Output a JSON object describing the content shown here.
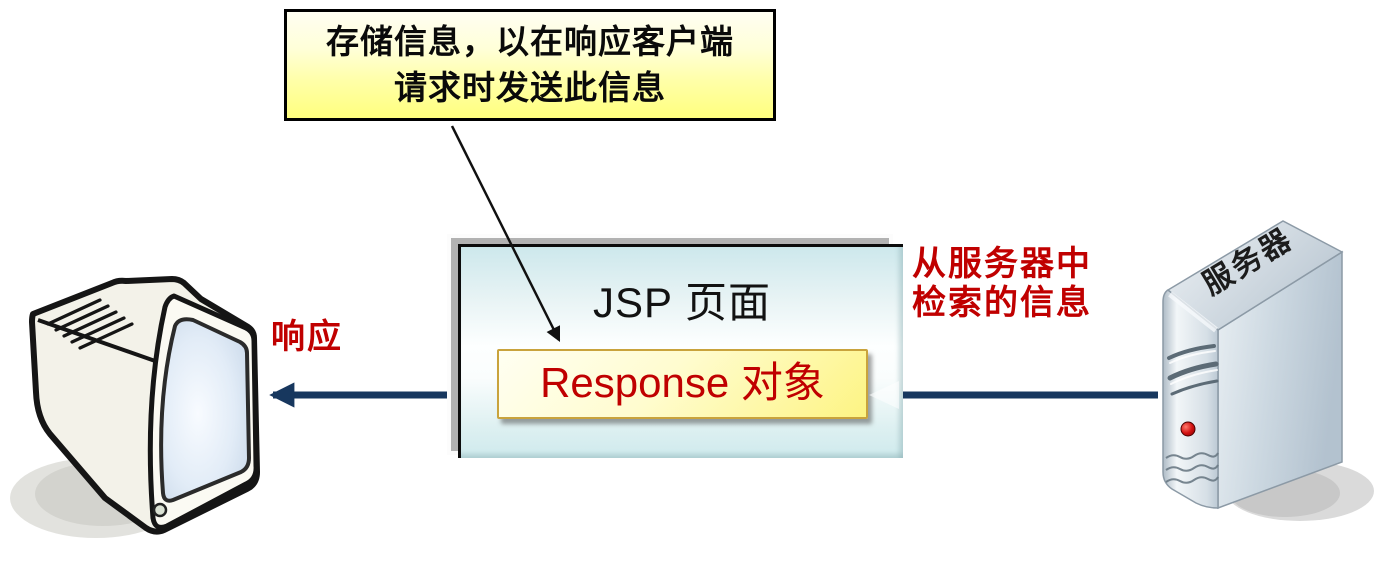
{
  "colors": {
    "navy": "#17375E",
    "red": "#C00000",
    "callout_fill_top": "#FFFEF2",
    "callout_fill_bottom": "#FFFF7E",
    "jsp_fill": "#CDE8EC",
    "response_border": "#C9A33C"
  },
  "callout": {
    "lines": [
      "存储信息，以在响应客户端",
      "请求时发送此信息"
    ]
  },
  "jsp": {
    "title": "JSP 页面",
    "response_label": "Response 对象"
  },
  "labels": {
    "response_arrow": "响应",
    "retrieved": [
      "从服务器中",
      "检索的信息"
    ]
  },
  "server": {
    "label": "服务器"
  }
}
